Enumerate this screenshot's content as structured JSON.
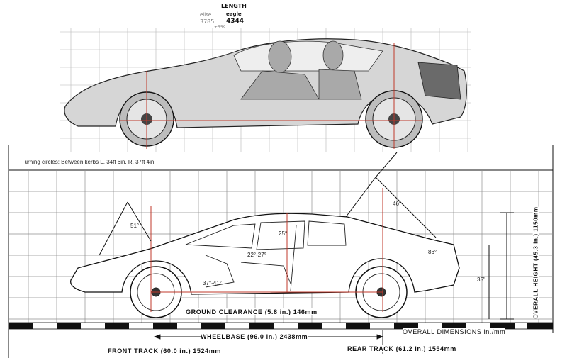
{
  "header": {
    "title": "LENGTH",
    "col_a_name": "elise",
    "col_a_value": "3785",
    "col_b_name": "eagle",
    "col_b_value": "4344",
    "difference": "+559"
  },
  "top_drawing": {
    "turning_text": "Turning circles: Between kerbs L. 34ft 6in, R. 37ft 4in"
  },
  "side_drawing": {
    "angles": {
      "bonnet": "51°",
      "windscreen": "25°",
      "pedal_range": "22°-27°",
      "seat_range": "37°-41°",
      "rear_hatch": "46°",
      "rear_glass": "86°",
      "rear_height": "35\""
    },
    "overall_height": "OVERALL HEIGHT (45.3 in.) 1150mm",
    "ground_clearance": "GROUND CLEARANCE (5.8 in.) 146mm",
    "wheelbase": "WHEELBASE (96.0 in.) 2438mm",
    "overall_dimensions": "OVERALL DIMENSIONS in./mm",
    "front_track": "FRONT TRACK (60.0 in.) 1524mm",
    "rear_track": "REAR TRACK (61.2 in.) 1554mm"
  },
  "colors": {
    "reference_line": "#c0392b",
    "grid": "#9a9a9a",
    "ink": "#111111"
  }
}
